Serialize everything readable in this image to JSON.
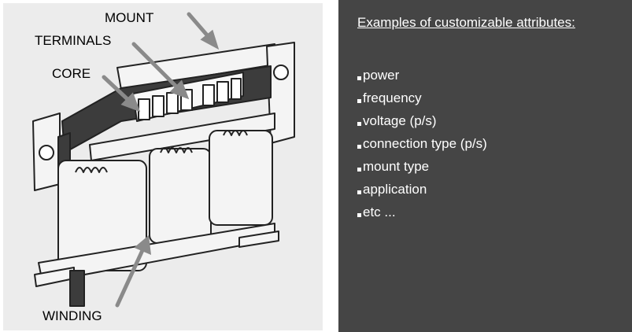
{
  "labels": {
    "mount": "MOUNT",
    "terminals": "TERMINALS",
    "core": "CORE",
    "winding": "WINDING"
  },
  "panel": {
    "heading": "Examples of customizable attributes:",
    "items": [
      "power",
      "frequency",
      "voltage (p/s)",
      "connection type (p/s)",
      "mount type",
      "application",
      "etc ..."
    ]
  },
  "colors": {
    "right_panel_bg": "#454545",
    "left_panel_bg": "#ececec",
    "arrow": "#8a8a8a"
  }
}
